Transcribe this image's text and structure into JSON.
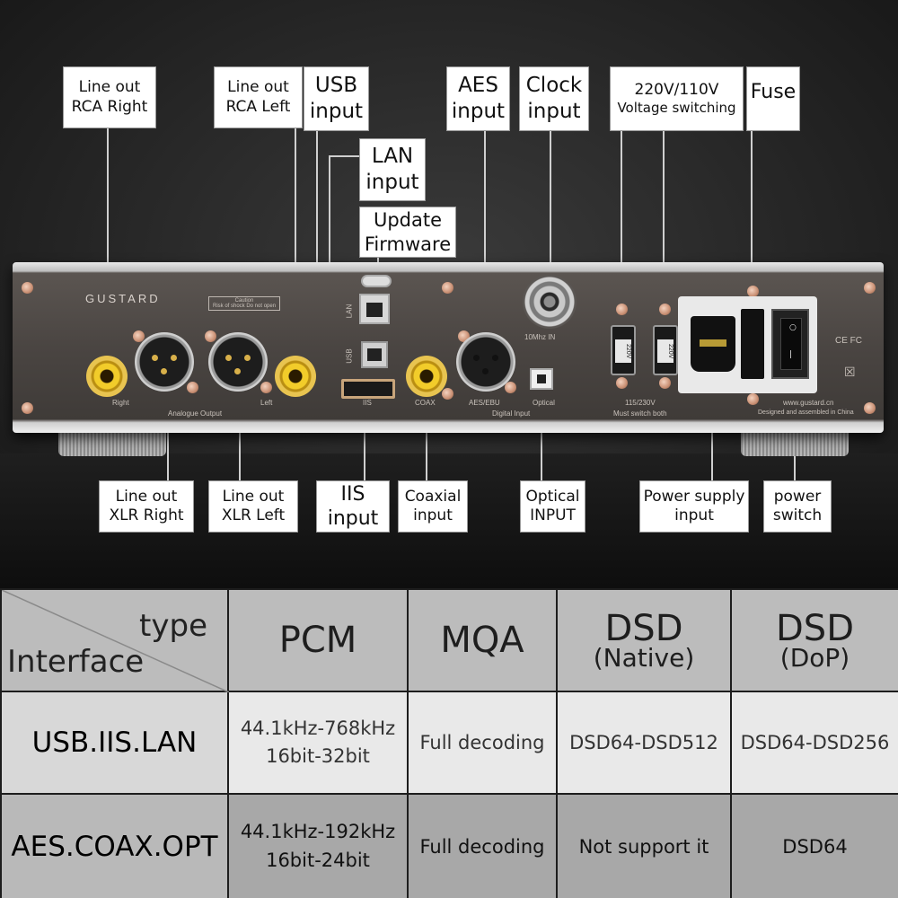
{
  "device": {
    "brand": "GUSTARD",
    "caution_title": "Caution",
    "caution_text": "Risk of shock Do not open",
    "silk": {
      "right": "Right",
      "analogue_output": "Analogue Output",
      "left": "Left",
      "lan": "LAN",
      "usb": "USB",
      "iis": "IIS",
      "coax": "COAX",
      "aes_ebu": "AES/EBU",
      "optical": "Optical",
      "digital_input": "Digital Input",
      "clock_in": "10Mhz IN",
      "volt_range": "115/230V",
      "must_switch": "Must switch both",
      "website": "www.gustard.cn",
      "designed": "Designed and assembled in China",
      "cert": "CE FC",
      "sw1": "220V",
      "sw2": "220V"
    }
  },
  "callouts": {
    "rca_right": [
      "Line out",
      "RCA Right"
    ],
    "rca_left": [
      "Line out",
      "RCA Left"
    ],
    "usb": [
      "USB",
      "input"
    ],
    "lan": [
      "LAN",
      "input"
    ],
    "firmware": [
      "Update",
      "Firmware"
    ],
    "aes": [
      "AES",
      "input"
    ],
    "clock": [
      "Clock",
      "input"
    ],
    "voltage": [
      "220V/110V",
      "Voltage switching"
    ],
    "fuse": [
      "Fuse"
    ],
    "xlr_right": [
      "Line out",
      "XLR Right"
    ],
    "xlr_left": [
      "Line out",
      "XLR Left"
    ],
    "iis": [
      "IIS",
      "input"
    ],
    "coax": [
      "Coaxial",
      "input"
    ],
    "optical": [
      "Optical",
      "INPUT"
    ],
    "power_input": [
      "Power supply",
      "input"
    ],
    "power_switch": [
      "power",
      "switch"
    ]
  },
  "table": {
    "corner_type": "type",
    "corner_interface": "Interface",
    "headers": [
      {
        "main": "PCM",
        "sub": ""
      },
      {
        "main": "MQA",
        "sub": ""
      },
      {
        "main": "DSD",
        "sub": "(Native)"
      },
      {
        "main": "DSD",
        "sub": "(DoP)"
      }
    ],
    "rows": [
      {
        "interface": "USB.IIS.LAN",
        "pcm": [
          "44.1kHz-768kHz",
          "16bit-32bit"
        ],
        "mqa": "Full decoding",
        "dsd_native": "DSD64-DSD512",
        "dsd_dop": "DSD64-DSD256"
      },
      {
        "interface": "AES.COAX.OPT",
        "pcm": [
          "44.1kHz-192kHz",
          "16bit-24bit"
        ],
        "mqa": "Full decoding",
        "dsd_native": "Not support it",
        "dsd_dop": "DSD64"
      }
    ]
  }
}
